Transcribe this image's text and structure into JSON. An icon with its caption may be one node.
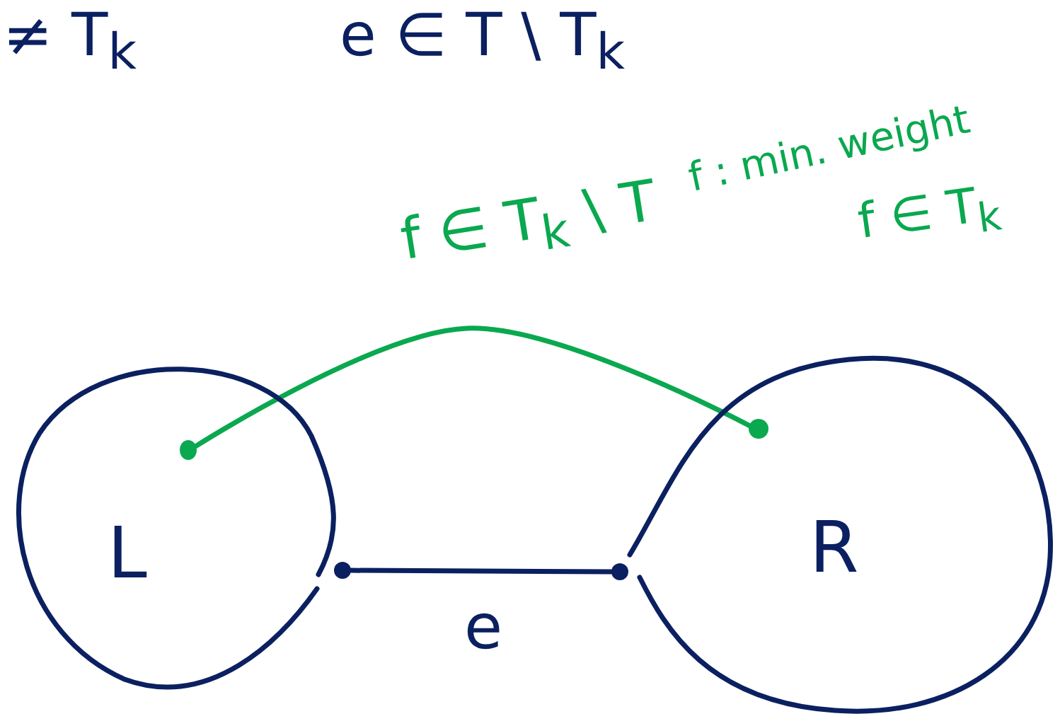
{
  "diagram": {
    "nodes": [
      {
        "text": [
          "L"
        ]
      },
      {
        "text": [
          "R"
        ]
      },
      {
        "text": [],
        "shape": "circle"
      },
      {
        "text": [],
        "shape": "circle"
      },
      {
        "text": [],
        "shape": "circle",
        "in": 0
      },
      {
        "text": [],
        "shape": "circle",
        "in": 1
      }
    ],
    "edges": [
      {
        "from": 2,
        "to": 3,
        "arrow": "none",
        "label": "e"
      },
      {
        "from": 4,
        "to": 5,
        "arrow": "none",
        "label": "f ∈ T$_{k}$ \\ T",
        "color": "#0aa84f"
      }
    ],
    "labels": [
      "≠ T$_{k}$",
      "e ∈ T \\ T$_{k}$",
      "f : min. weight",
      "f ∈ T$_{k}$"
    ]
  }
}
